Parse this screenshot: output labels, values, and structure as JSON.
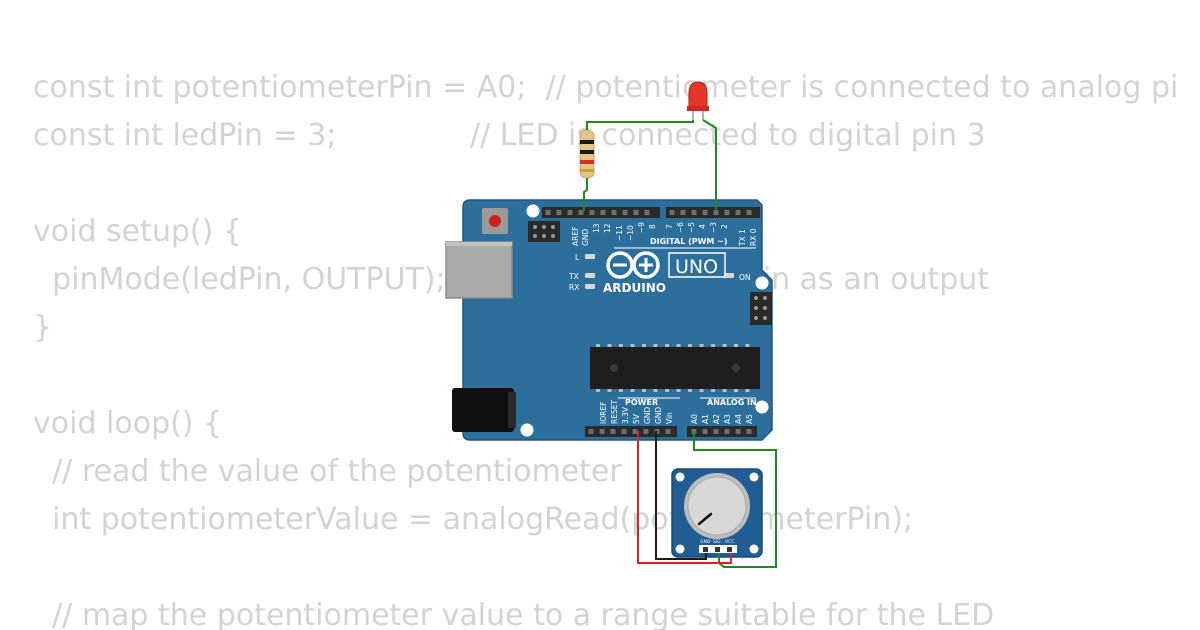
{
  "code_lines": [
    "const int potentiometerPin = A0;  // potentiometer is connected to analog pi",
    "const int ledPin = 3;              // LED is connected to digital pin 3",
    "",
    "void setup() {",
    "  pinMode(ledPin, OUTPUT);         // set the LED pin as an output",
    "}",
    "",
    "void loop() {",
    "  // read the value of the potentiometer",
    "  int potentiometerValue = analogRead(potentiometerPin);",
    "",
    "  // map the potentiometer value to a range suitable for the LED"
  ],
  "board": {
    "brand": "ARDUINO",
    "model": "UNO",
    "digital_header": "DIGITAL (PWM ~)",
    "power_header": "POWER",
    "analog_header": "ANALOG IN",
    "led_l": "L",
    "led_tx": "TX",
    "led_rx": "RX",
    "led_on": "ON",
    "digital_pins": [
      "AREF",
      "GND",
      "13",
      "12",
      "~11",
      "~10",
      "~9",
      "8",
      "7",
      "~6",
      "~5",
      "4",
      "~3",
      "2",
      "TX 1",
      "RX 0"
    ],
    "power_pins": [
      "IOREF",
      "RESET",
      "3.3V",
      "5V",
      "GND",
      "GND",
      "Vin"
    ],
    "analog_pins": [
      "A0",
      "A1",
      "A2",
      "A3",
      "A4",
      "A5"
    ]
  },
  "potentiometer": {
    "pins": [
      "GND",
      "SIG",
      "VCC"
    ]
  },
  "colors": {
    "board": "#2c6f9c",
    "header": "#2a2a2a",
    "wire_green": "#1f8a1f",
    "wire_red": "#dd2222",
    "wire_black": "#1a1a1a",
    "led": "#e8352a",
    "pot_module": "#1f5d94",
    "code_text": "#d3d3d3"
  }
}
